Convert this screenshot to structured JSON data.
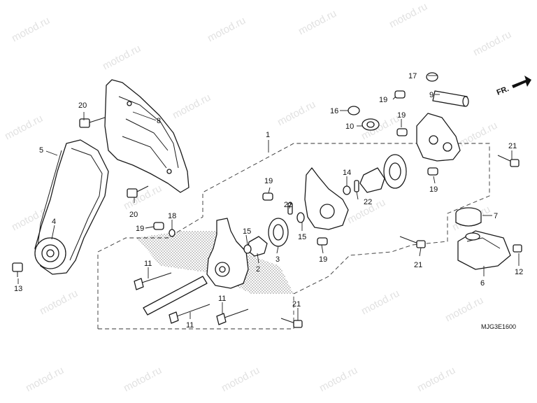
{
  "watermark": "motod.ru",
  "diagram_code": "MJG3E1600",
  "direction_label": "FR.",
  "callouts": {
    "c1": "1",
    "c2": "2",
    "c3": "3",
    "c4": "4",
    "c5": "5",
    "c6": "6",
    "c7": "7",
    "c8": "8",
    "c9": "9",
    "c10": "10",
    "c11a": "11",
    "c11b": "11",
    "c11c": "11",
    "c12": "12",
    "c13": "13",
    "c14": "14",
    "c15a": "15",
    "c15b": "15",
    "c16": "16",
    "c17": "17",
    "c18": "18",
    "c19a": "19",
    "c19b": "19",
    "c19c": "19",
    "c19d": "19",
    "c19e": "19",
    "c19f": "19",
    "c20a": "20",
    "c20b": "20",
    "c21a": "21",
    "c21b": "21",
    "c21c": "21",
    "c22a": "22",
    "c22b": "22"
  }
}
